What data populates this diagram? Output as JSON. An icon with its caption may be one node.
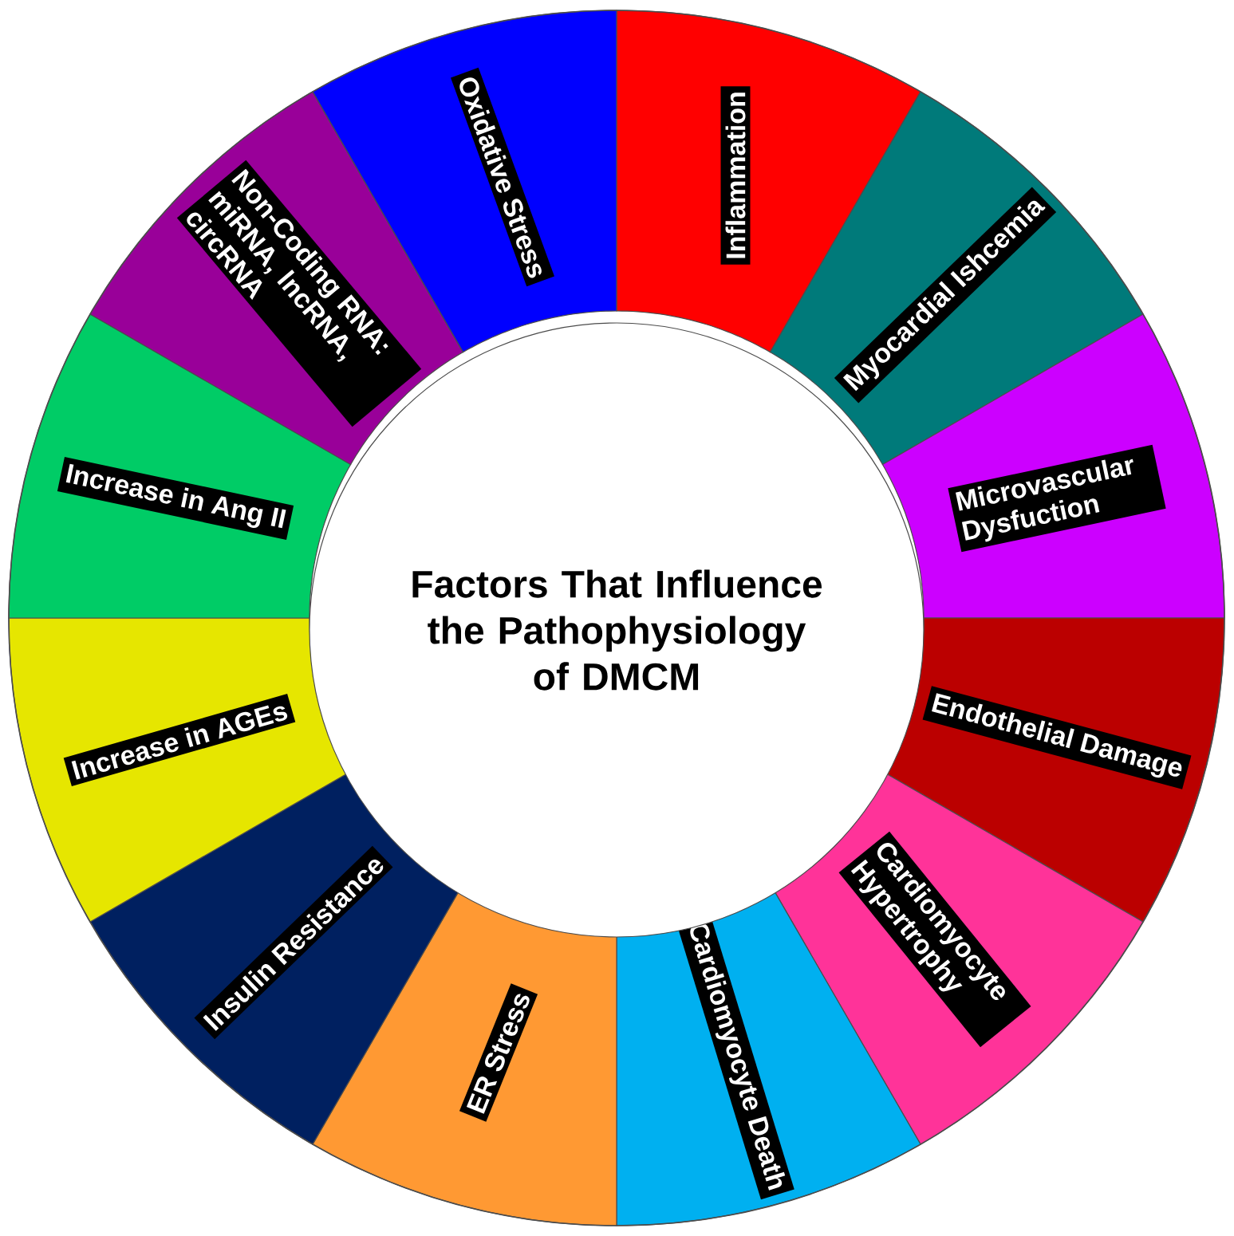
{
  "diagram": {
    "nodes": [
      {
        "text": [
          "Inflammation"
        ]
      },
      {
        "text": [
          "Myocardial Ishcemia"
        ]
      },
      {
        "text": [
          "Microvascular Dysfuction"
        ]
      },
      {
        "text": [
          "Endothelial Damage"
        ]
      },
      {
        "text": [
          "Cardiomyocyte Hypertrophy"
        ]
      },
      {
        "text": [
          "Cardiomyocyte Death"
        ]
      },
      {
        "text": [
          "ER Stress"
        ]
      },
      {
        "text": [
          "Insulin Resistance"
        ]
      },
      {
        "text": [
          "Increase in AGEs"
        ]
      },
      {
        "text": [
          "Increase in Ang II"
        ]
      },
      {
        "text": [
          "Non-Coding RNA: miRNA, lncRNA, circRNA"
        ]
      },
      {
        "text": [
          "Oxidative Stress"
        ]
      },
      {
        "text": [
          "Factors That Influence the Pathophysiology of DMCM"
        ]
      }
    ]
  }
}
